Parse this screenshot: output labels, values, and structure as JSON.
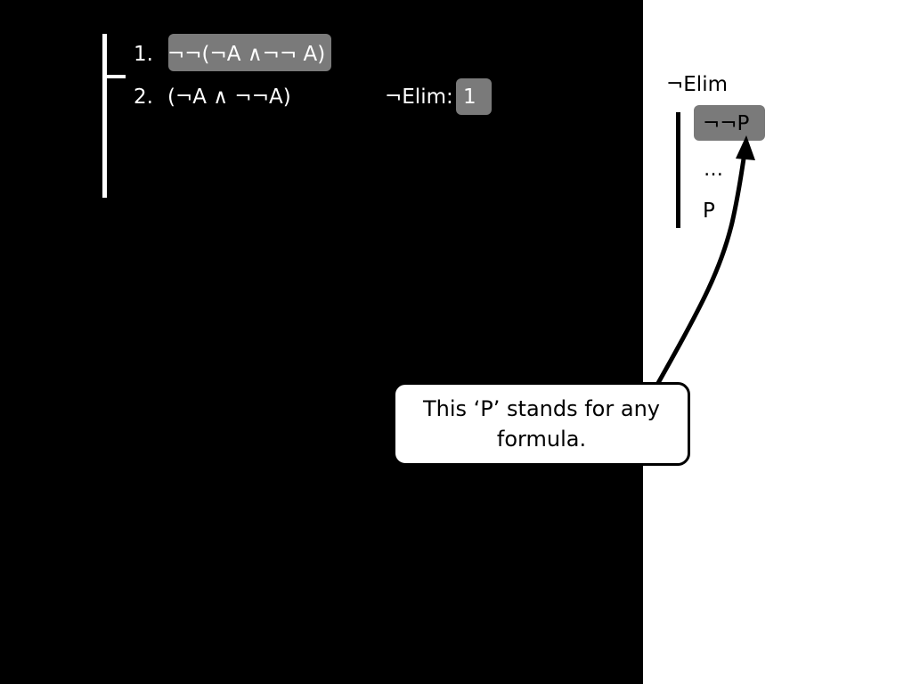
{
  "proof": {
    "lines": [
      {
        "number": "1.",
        "formula": "¬¬(¬A ∧¬¬ A)",
        "justification": ""
      },
      {
        "number": "2.",
        "formula": "(¬A ∧ ¬¬A)",
        "justification_label": "¬Elim:",
        "justification_ref": "1"
      }
    ]
  },
  "rule": {
    "name": "¬Elim",
    "premise": "¬¬P",
    "dots": "…",
    "conclusion": "P"
  },
  "callout": {
    "text": "This ‘P’ stands for any formula."
  },
  "colors": {
    "highlight": "#7a7a7a",
    "left_background": "#000000",
    "right_background": "#ffffff"
  }
}
